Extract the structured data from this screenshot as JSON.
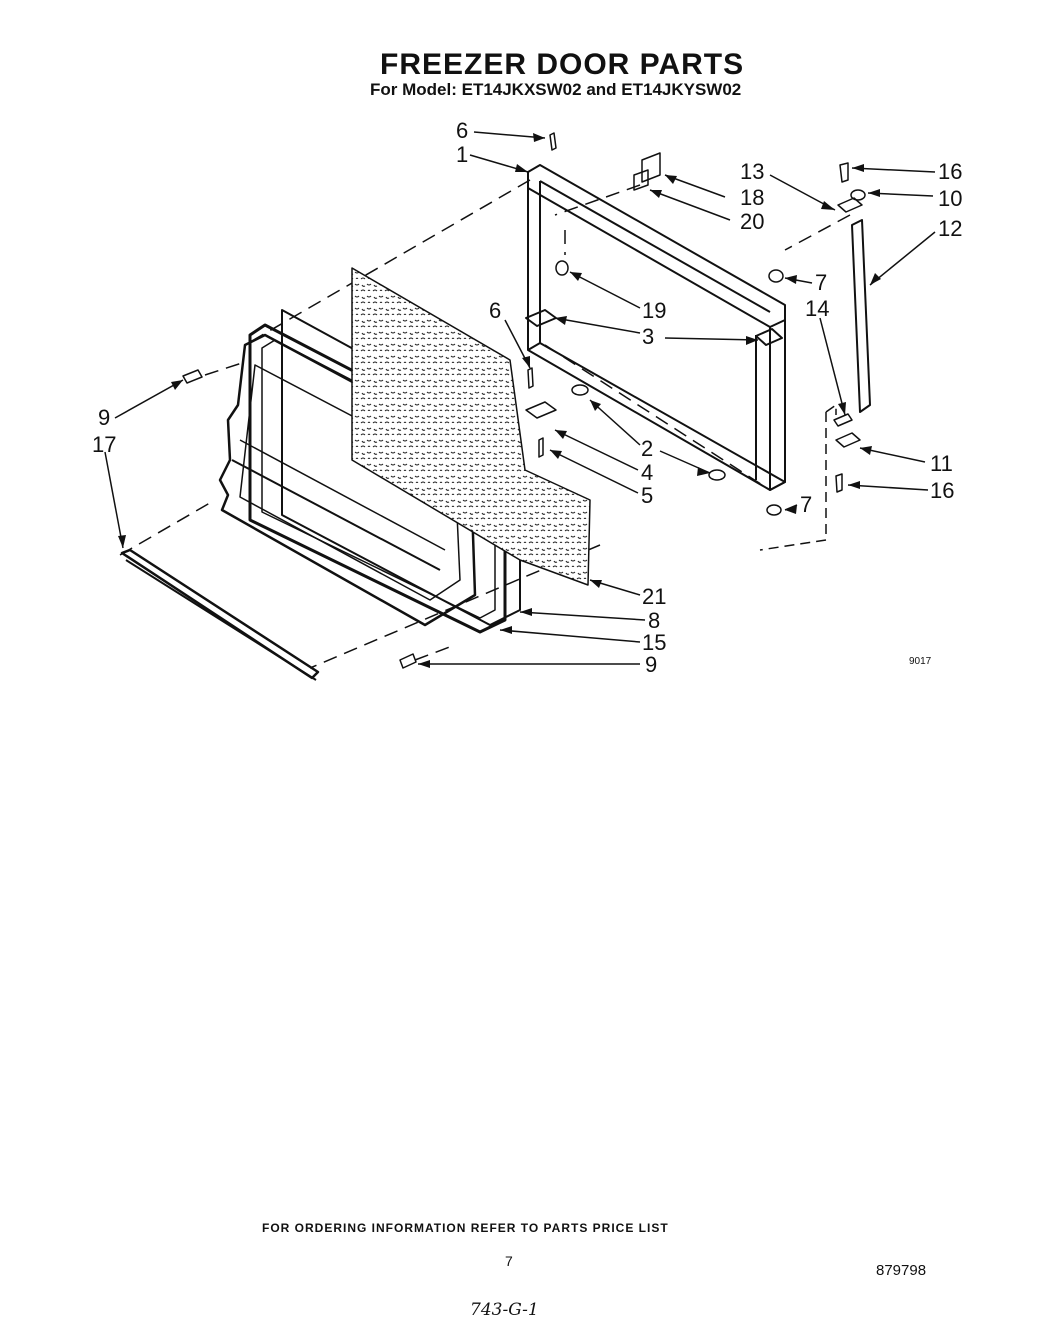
{
  "header": {
    "title": "FREEZER DOOR PARTS",
    "subtitle": "For Model: ET14JKXSW02 and  ET14JKYSW02"
  },
  "callouts": [
    "6",
    "1",
    "18",
    "20",
    "13",
    "16",
    "10",
    "12",
    "7",
    "19",
    "6",
    "3",
    "14",
    "9",
    "17",
    "2",
    "4",
    "5",
    "11",
    "16",
    "7",
    "21",
    "8",
    "15",
    "9"
  ],
  "drawing_code": "9017",
  "footer": {
    "ordering_note": "FOR ORDERING INFORMATION REFER TO PARTS PRICE LIST",
    "page_number": "7",
    "document_number": "879798",
    "handwritten_note": "743-G-1"
  }
}
